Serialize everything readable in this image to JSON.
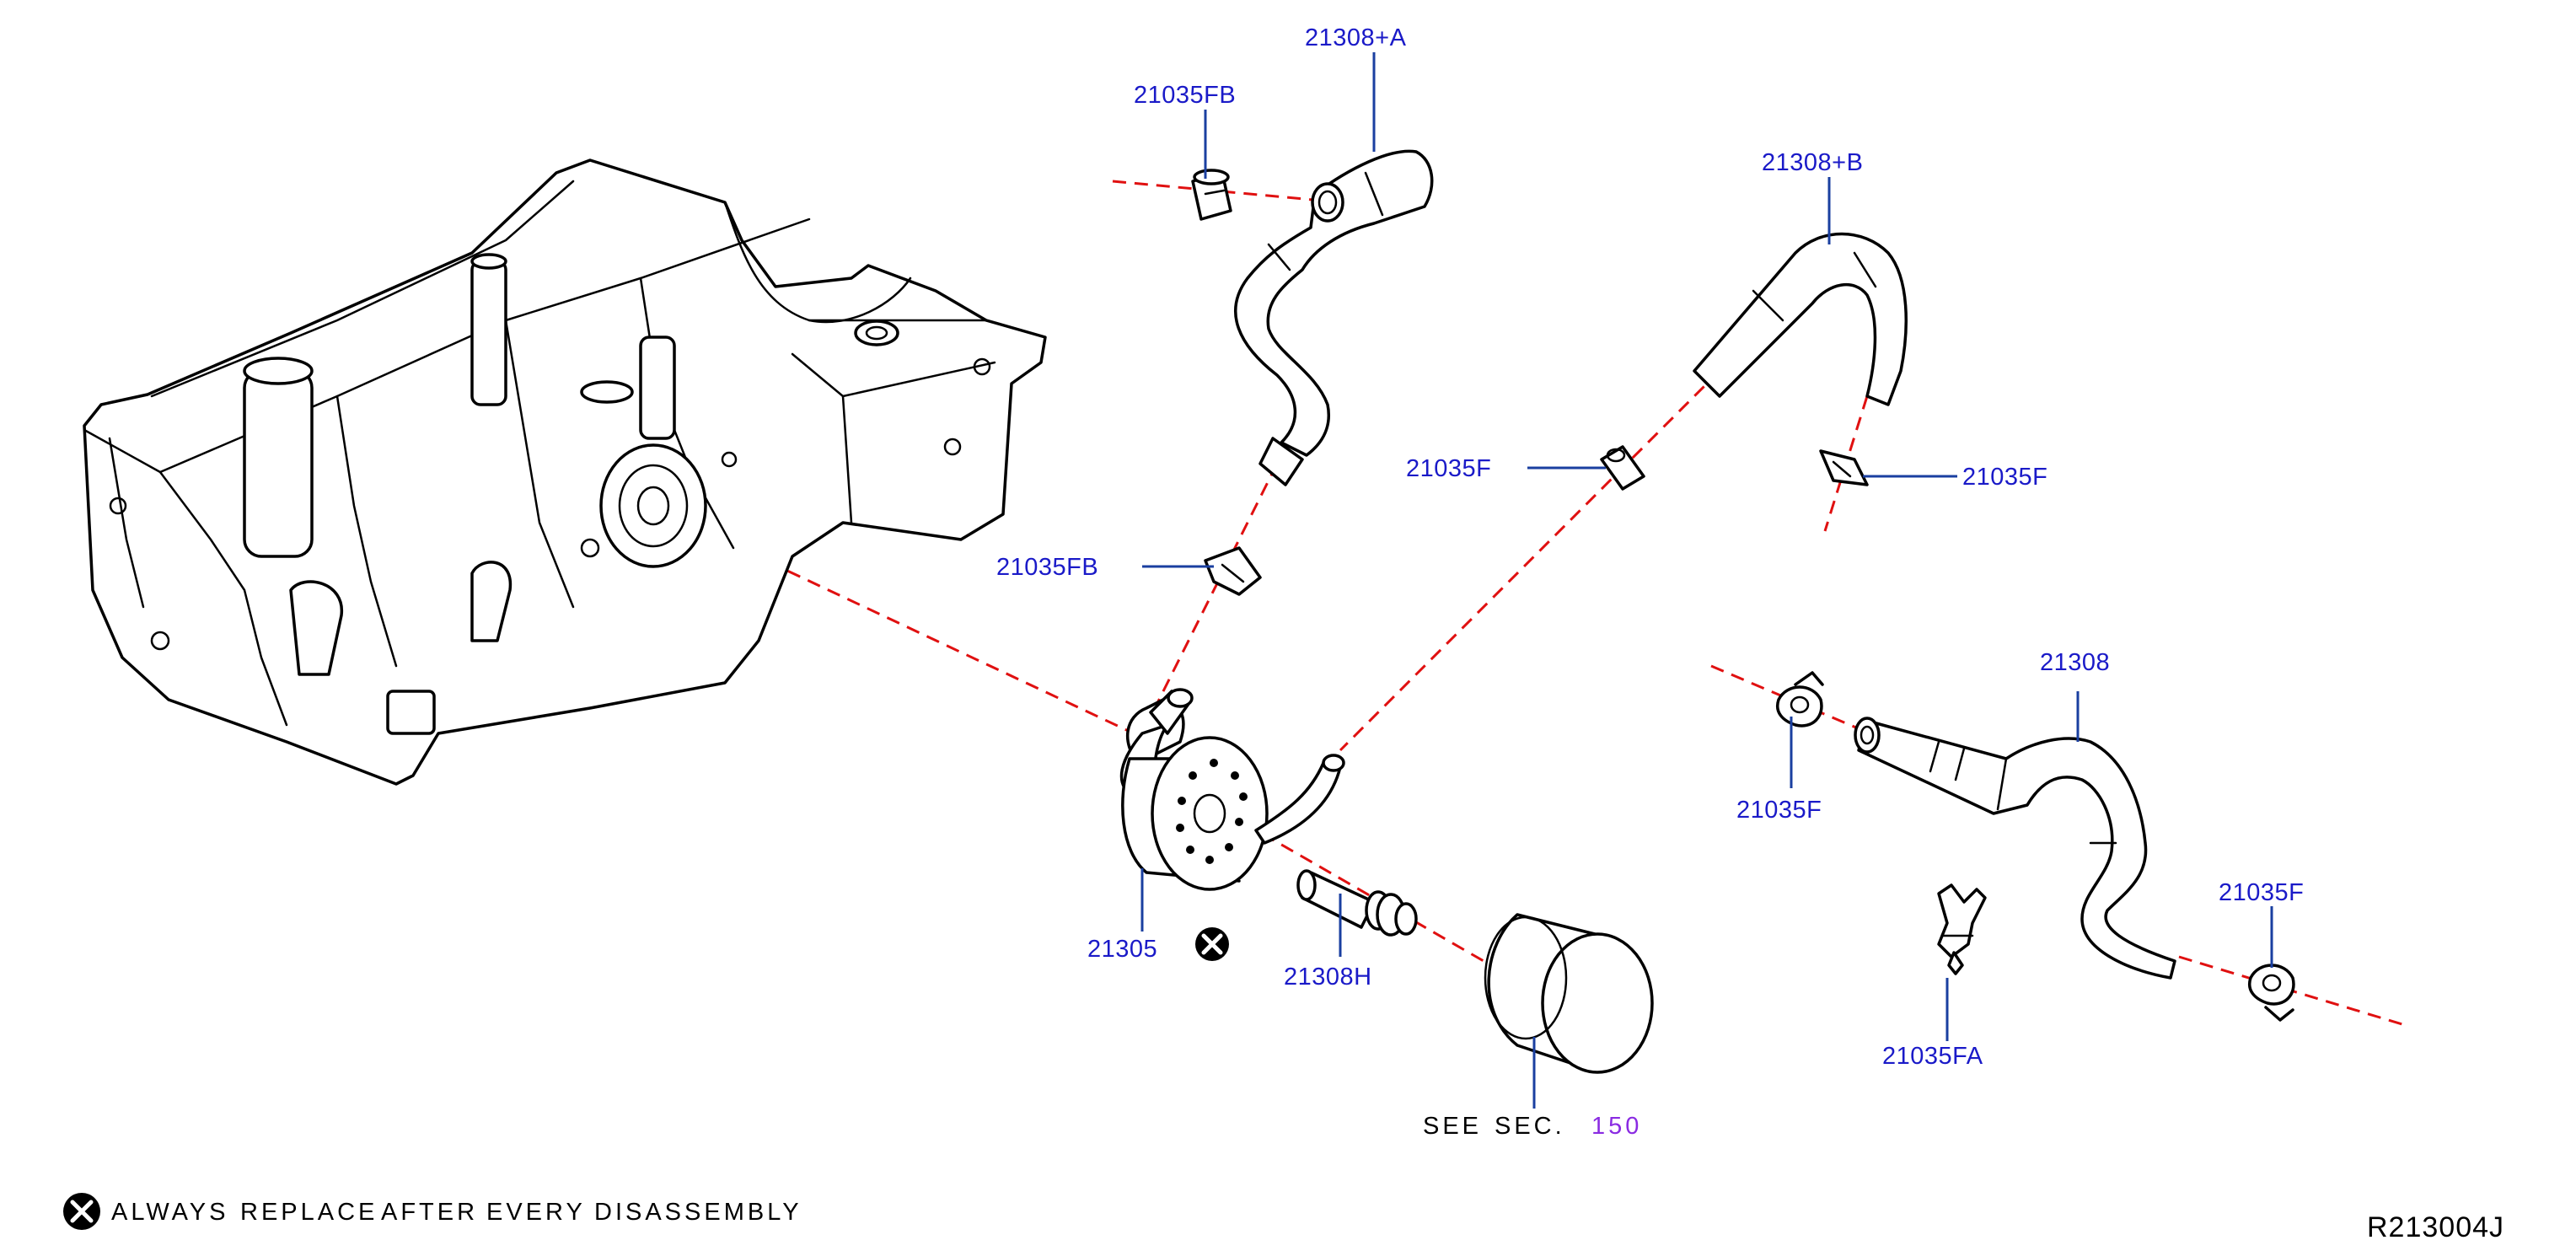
{
  "labels": {
    "hose_a": "21308+A",
    "clamp_fb_top": "21035FB",
    "hose_b": "21308+B",
    "clamp_f_mid": "21035F",
    "clamp_f_right_top": "21035F",
    "clamp_fb_bottom": "21035FB",
    "hose_main": "21308",
    "clamp_f_left_lower": "21035F",
    "clamp_f_right_lower": "21035F",
    "clamp_fa": "21035FA",
    "oil_cooler": "21305",
    "connector": "21308H"
  },
  "see_section": {
    "see": "SEE",
    "sec": "SEC.",
    "number": "150",
    "number_color": "#8a2be2"
  },
  "legend": {
    "text_always": "ALWAYS",
    "text_replace": "REPLACE",
    "text_after": "AFTER",
    "text_every": "EVERY",
    "text_disassembly": "DISASSEMBLY",
    "icon": "x-circle-icon"
  },
  "reference_code": "R213004J",
  "colors": {
    "label_blue": "#1a1ac8",
    "leader_blue": "#1a3fa0",
    "dash_red": "#e01010"
  }
}
